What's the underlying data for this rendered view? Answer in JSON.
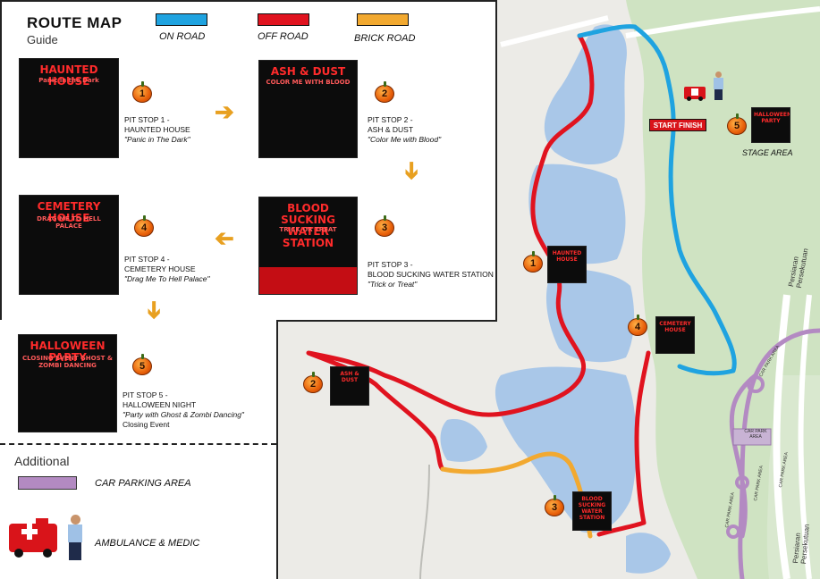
{
  "legend": {
    "title": "ROUTE MAP",
    "subtitle": "Guide",
    "items": [
      {
        "label": "ON ROAD",
        "color": "#1fa3e0"
      },
      {
        "label": "OFF ROAD",
        "color": "#e0131f"
      },
      {
        "label": "BRICK ROAD",
        "color": "#f2a930"
      }
    ]
  },
  "stops": [
    {
      "number": "1",
      "title_line1": "PIT STOP 1 -",
      "title_line2": "HAUNTED HOUSE",
      "quote": "\"Panic in The Dark\"",
      "tile_heading": "HAUNTED HOUSE",
      "tile_sub": "Panic in the Dark"
    },
    {
      "number": "2",
      "title_line1": "PIT STOP 2 -",
      "title_line2": "ASH & DUST",
      "quote": "\"Color Me with Blood\"",
      "tile_heading": "ASH & DUST",
      "tile_sub": "COLOR ME WITH BLOOD"
    },
    {
      "number": "3",
      "title_line1": "PIT STOP 3 -",
      "title_line2": "BLOOD SUCKING WATER STATION",
      "quote": "\"Trick or Treat\"",
      "tile_heading": "BLOOD SUCKING WATER STATION",
      "tile_sub": "TRICK OR TREAT"
    },
    {
      "number": "4",
      "title_line1": "PIT STOP 4 -",
      "title_line2": "CEMETERY HOUSE",
      "quote": "\"Drag Me To Hell Palace\"",
      "tile_heading": "CEMETERY HOUSE",
      "tile_sub": "DRAG ME TO HELL PALACE"
    },
    {
      "number": "5",
      "title_line1": "PIT STOP 5 -",
      "title_line2": "HALLOWEEN NIGHT",
      "quote": "\"Party with Ghost & Zombi Dancing\"",
      "extra": "Closing Event",
      "tile_heading": "HALLOWEEN PARTY",
      "tile_sub": "CLOSING EVENT GHOST & ZOMBI DANCING"
    }
  ],
  "additional": {
    "heading": "Additional",
    "car_parking": {
      "label": "CAR PARKING AREA",
      "color": "#b38ac2"
    },
    "ambulance": {
      "label": "AMBULANCE & MEDIC"
    }
  },
  "map_labels": {
    "start_finish": "START FINISH",
    "stage_area": "STAGE AREA",
    "road_1": "Persiaran Persekutuan",
    "road_2": "Persiaran Persekutuan",
    "car_park_1": "CAR PARK AREA",
    "car_park_2": "CAR PARK AREA",
    "car_park_3": "CAR PARK AREA",
    "car_park_4": "CAR PARK AREA",
    "car_park_5": "CAR PARK AREA"
  }
}
